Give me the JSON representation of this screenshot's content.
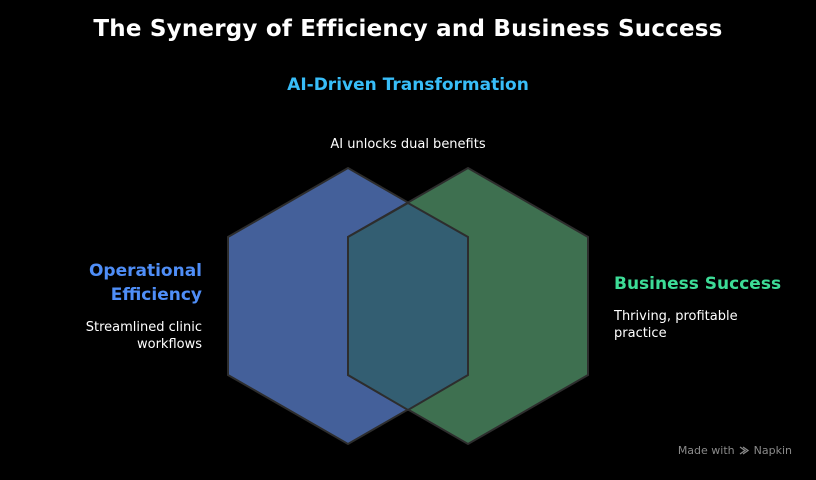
{
  "title": "The Synergy of Efficiency and Business Success",
  "ai": {
    "title": "AI-Driven Transformation",
    "description": "AI unlocks dual benefits",
    "color": "#38bdf8"
  },
  "operational": {
    "title": "Operational Efficiency",
    "description": "Streamlined clinic workflows",
    "color": "#4f8ef7",
    "fill": "#44609a"
  },
  "business": {
    "title": "Business Success",
    "description": "Thriving, profitable practice",
    "color": "#3ddc97",
    "fill": "#3e7050"
  },
  "overlap_fill": "#335e72",
  "footer": {
    "made_with": "Made with",
    "brand": "Napkin",
    "icon": "napkin-icon"
  }
}
